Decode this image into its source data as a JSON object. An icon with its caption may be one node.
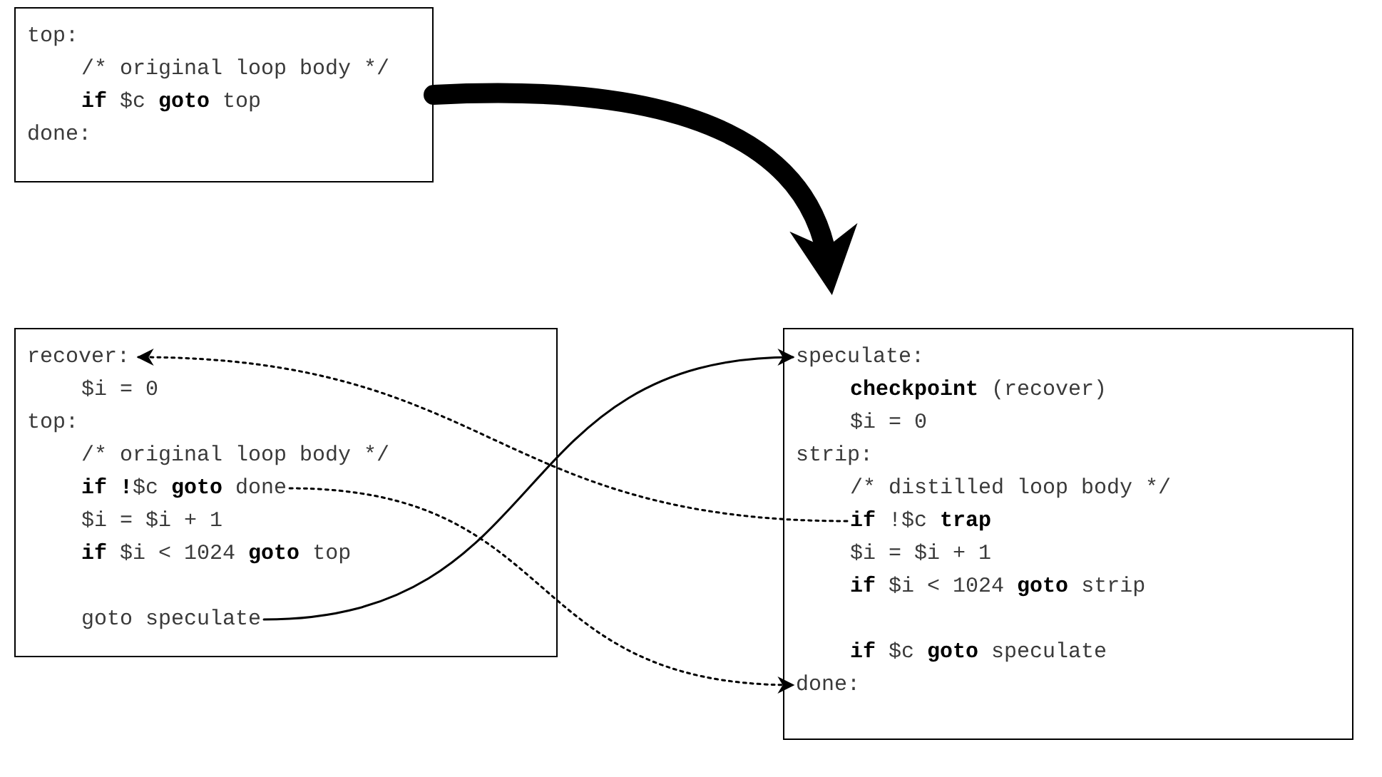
{
  "diagram": {
    "nodes": [
      {
        "text": [],
        "shape": "box"
      },
      {
        "text": [
          "top:"
        ],
        "in": 0
      },
      {
        "text": [
          "/* original loop body */"
        ],
        "in": 0
      },
      {
        "text": [
          "**if** $c **goto** top"
        ],
        "in": 0
      },
      {
        "text": [
          "done:"
        ],
        "in": 0
      },
      {
        "text": [],
        "shape": "box"
      },
      {
        "text": [
          "recover:"
        ],
        "in": 5
      },
      {
        "text": [
          "$i = 0"
        ],
        "in": 5
      },
      {
        "text": [
          "top:"
        ],
        "in": 5
      },
      {
        "text": [
          "/* original loop body */"
        ],
        "in": 5
      },
      {
        "text": [
          "**if !**$c **goto** done"
        ],
        "in": 5
      },
      {
        "text": [
          "$i = $i + 1"
        ],
        "in": 5
      },
      {
        "text": [
          "**if** $i < 1024 **goto** top"
        ],
        "in": 5
      },
      {
        "text": [
          "goto speculate"
        ],
        "in": 5
      },
      {
        "text": [],
        "shape": "box"
      },
      {
        "text": [
          "speculate:"
        ],
        "in": 14
      },
      {
        "text": [
          "**checkpoint** (recover)"
        ],
        "in": 14
      },
      {
        "text": [
          "$i = 0"
        ],
        "in": 14
      },
      {
        "text": [
          "strip:"
        ],
        "in": 14
      },
      {
        "text": [
          "/* distilled loop body */"
        ],
        "in": 14
      },
      {
        "text": [
          "**if** !$c **trap**"
        ],
        "in": 14
      },
      {
        "text": [
          "$i = $i + 1"
        ],
        "in": 14
      },
      {
        "text": [
          "**if** $i < 1024 **goto** strip"
        ],
        "in": 14
      },
      {
        "text": [
          "**if** $c **goto** speculate"
        ],
        "in": 14
      },
      {
        "text": [
          "done:"
        ],
        "in": 14
      }
    ],
    "edges": [
      {
        "from": 0,
        "to": 14,
        "arrow": "to",
        "style": "thick"
      },
      {
        "from": 20,
        "to": 6,
        "arrow": "to",
        "style": "dashed"
      },
      {
        "from": 10,
        "to": 24,
        "arrow": "to",
        "style": "dashed"
      },
      {
        "from": 13,
        "to": 15,
        "arrow": "to"
      }
    ]
  }
}
